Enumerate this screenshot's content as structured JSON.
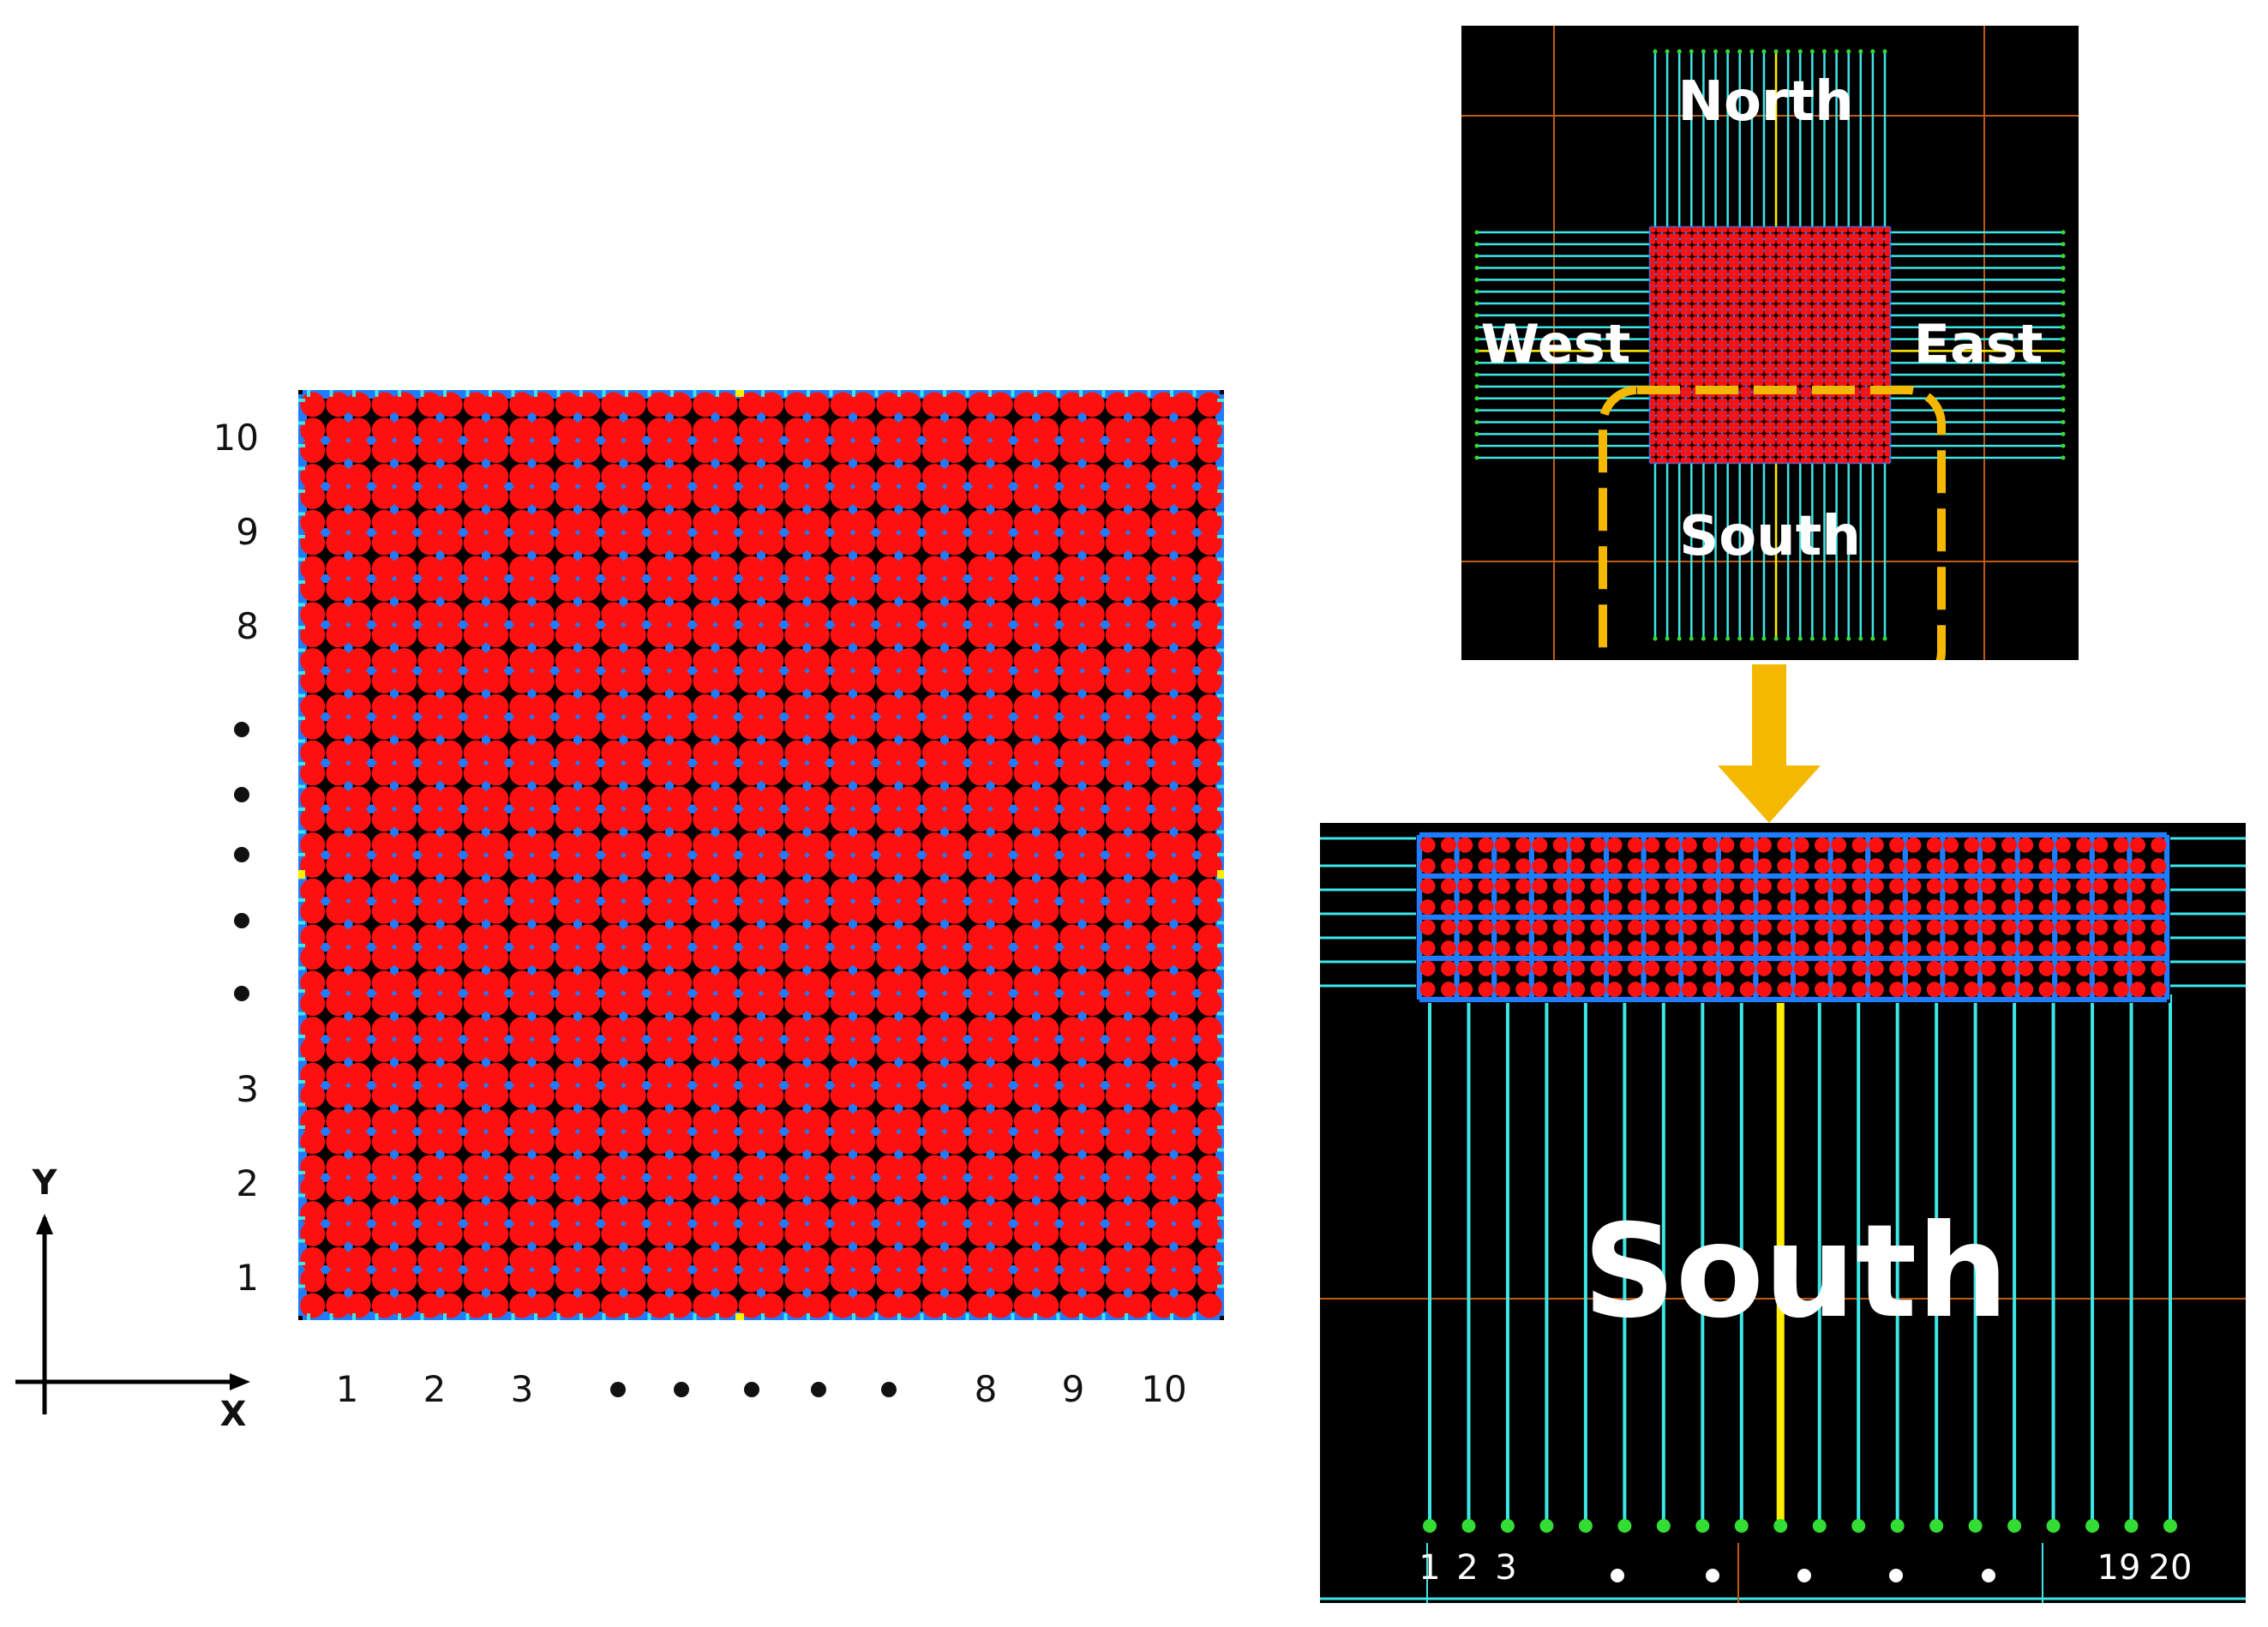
{
  "grid": {
    "x_labels": [
      "1",
      "2",
      "3",
      "8",
      "9",
      "10"
    ],
    "y_labels": [
      "10",
      "9",
      "8",
      "3",
      "2",
      "1"
    ],
    "axis_x": "X",
    "axis_y": "Y"
  },
  "overview": {
    "north": "North",
    "south": "South",
    "west": "West",
    "east": "East"
  },
  "zoom": {
    "title": "South",
    "pin_labels_left": [
      "1",
      "2",
      "3"
    ],
    "pin_labels_right": [
      "19",
      "20"
    ]
  },
  "colors": {
    "node_red": "#ff1010",
    "link_blue": "#1f7cff",
    "wire_cyan": "#3ee6e6",
    "wire_yellow": "#ffee00",
    "pin_green": "#33dd33",
    "highlight_orange": "#f5b800",
    "grid_orange": "#c05a10"
  }
}
